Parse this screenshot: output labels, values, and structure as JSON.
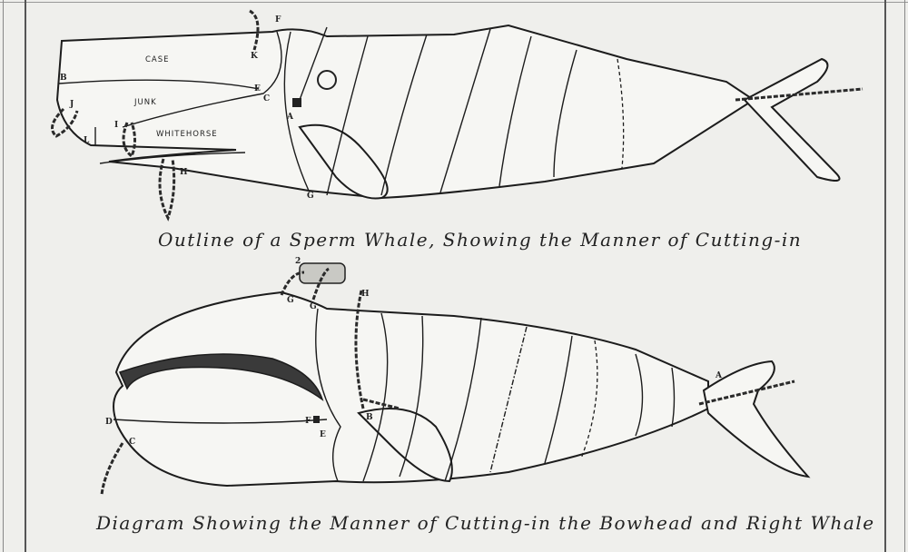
{
  "figure_top": {
    "caption": "Outline of a Sperm Whale, Showing the Manner of Cutting-in",
    "regions": {
      "case": "CASE",
      "junk": "JUNK",
      "whitehorse": "WHITEHORSE"
    },
    "labels": {
      "F": "F",
      "K": "K",
      "B": "B",
      "E": "E",
      "C": "C",
      "A": "A",
      "J": "J",
      "I": "I",
      "L": "L",
      "H": "H",
      "G": "G"
    }
  },
  "figure_bottom": {
    "caption": "Diagram Showing the Manner of Cutting-in the Bowhead and Right Whale",
    "labels": {
      "two": "2",
      "G1": "G",
      "G2": "G",
      "H": "H",
      "D": "D",
      "C": "C",
      "F": "F",
      "E": "E",
      "B": "B",
      "A": "A"
    }
  }
}
